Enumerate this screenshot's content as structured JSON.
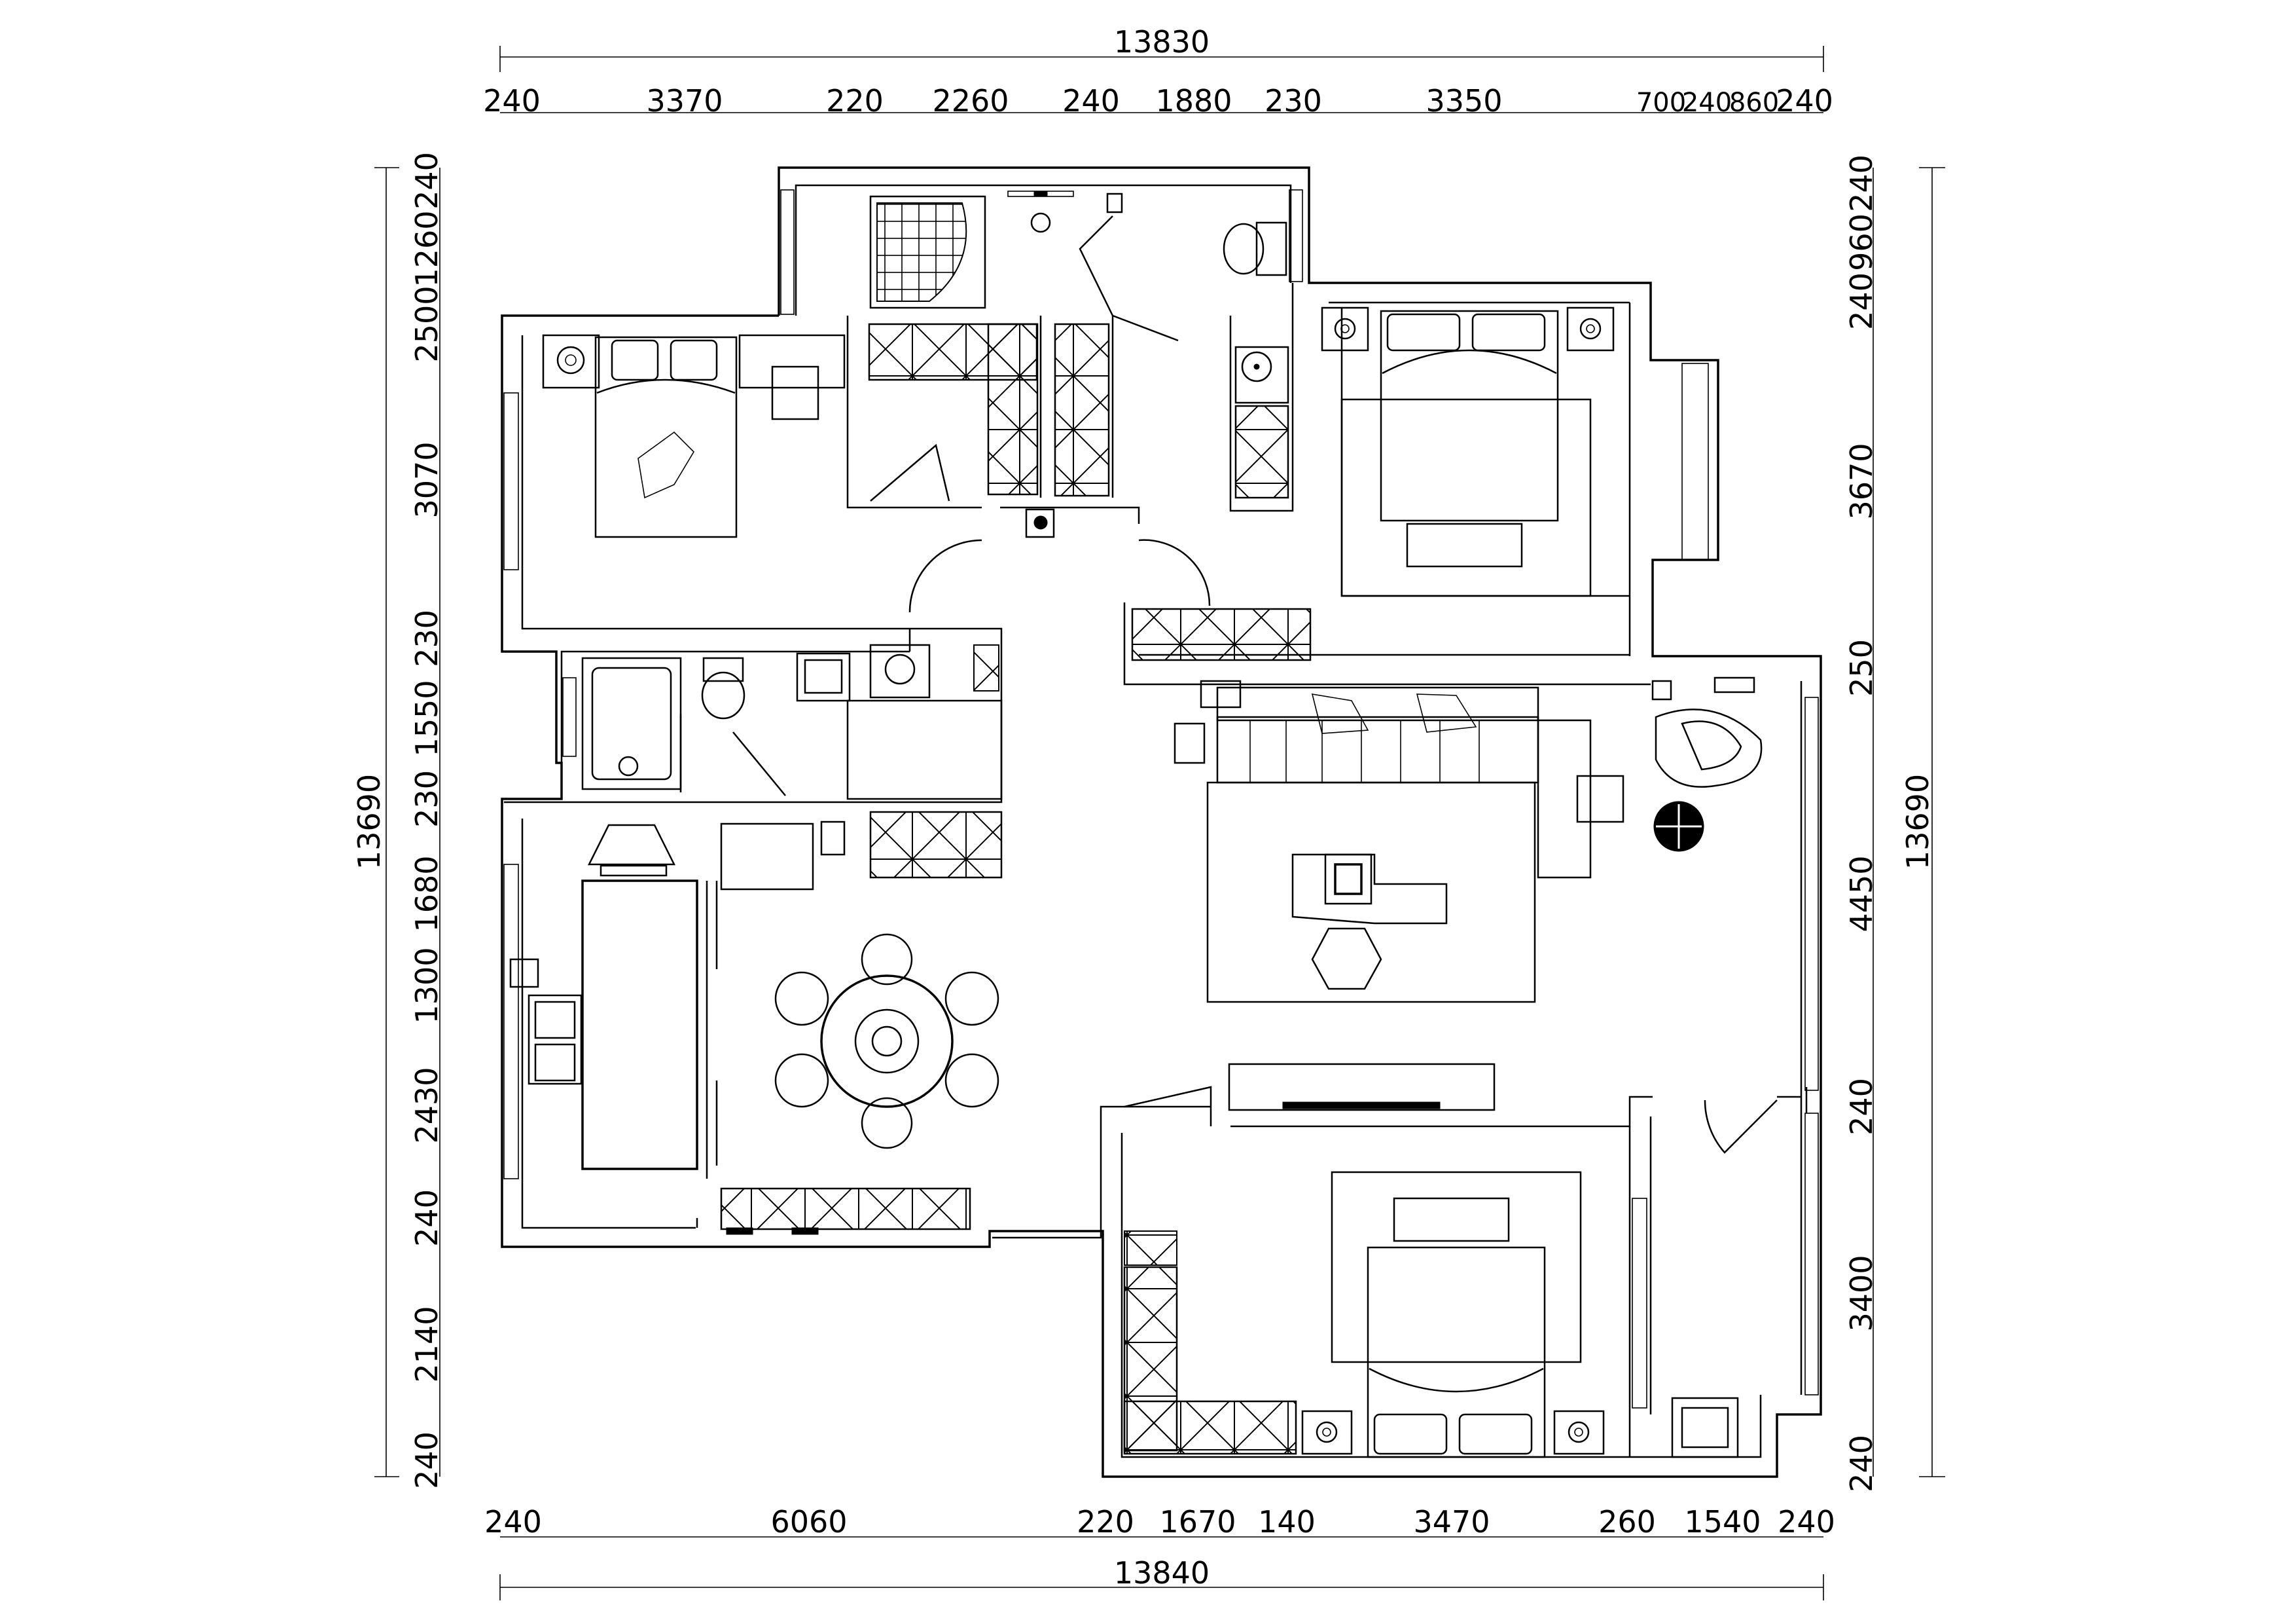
{
  "dimensions": {
    "top_total": "13830",
    "top_segments": [
      "240",
      "3370",
      "220",
      "2260",
      "240",
      "1880",
      "230",
      "3350",
      "700",
      "240",
      "860",
      "240"
    ],
    "bottom_total": "13840",
    "bottom_segments": [
      "240",
      "6060",
      "220",
      "1670",
      "140",
      "3470",
      "260",
      "1540",
      "240"
    ],
    "left_total": "13690",
    "left_segments": [
      "240",
      "1260",
      "2500",
      "3070",
      "230",
      "1550",
      "230",
      "1680",
      "1300",
      "2430",
      "240",
      "2140",
      "240"
    ],
    "right_total": "13690",
    "right_segments": [
      "240",
      "960",
      "240",
      "3670",
      "250",
      "4450",
      "240",
      "3400",
      "240"
    ]
  },
  "colors": {
    "line": "#000000",
    "background": "#ffffff"
  },
  "icons": [
    "toilet-icon",
    "sink-icon",
    "bed-icon",
    "sofa-icon",
    "dining-table-icon",
    "stove-icon",
    "lamp-icon",
    "door-swing-icon",
    "wardrobe-icon"
  ]
}
